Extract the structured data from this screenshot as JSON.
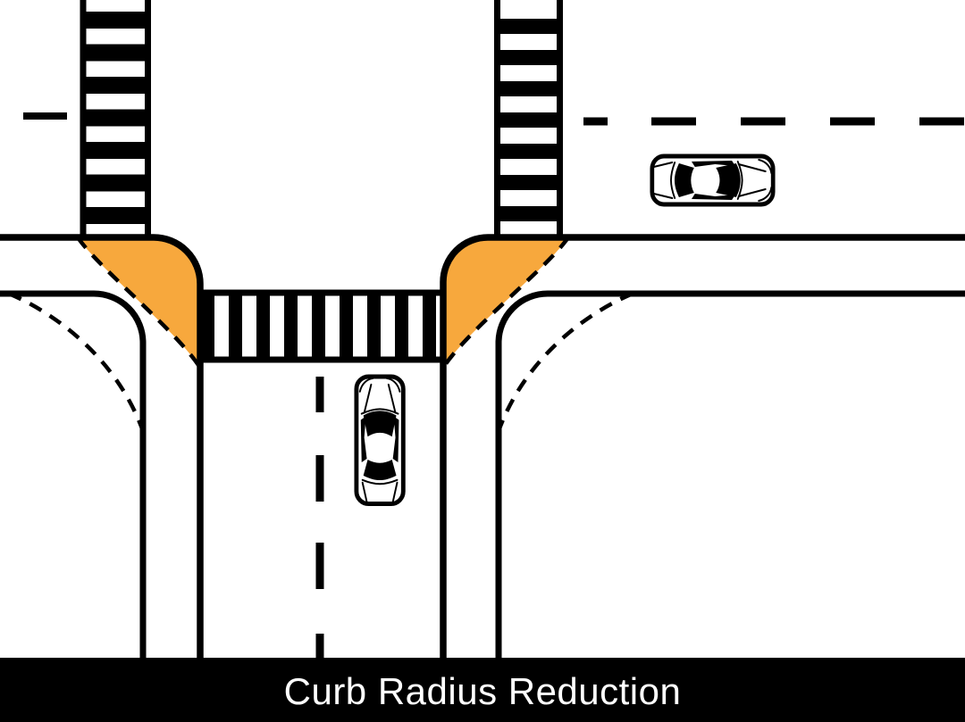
{
  "title": {
    "label": "Curb Radius Reduction"
  },
  "colors": {
    "background": "#FFFFFF",
    "line": "#000000",
    "curb_extension": "#F7A83D",
    "title_bar": "#000000",
    "title_text": "#FFFFFF"
  },
  "icons": {
    "car_northbound": "car-top-view",
    "car_eastbound": "car-top-view",
    "crosswalk": "zebra-stripes",
    "old_curb_line": "dashed-curve",
    "new_curb_line": "solid-curve"
  }
}
